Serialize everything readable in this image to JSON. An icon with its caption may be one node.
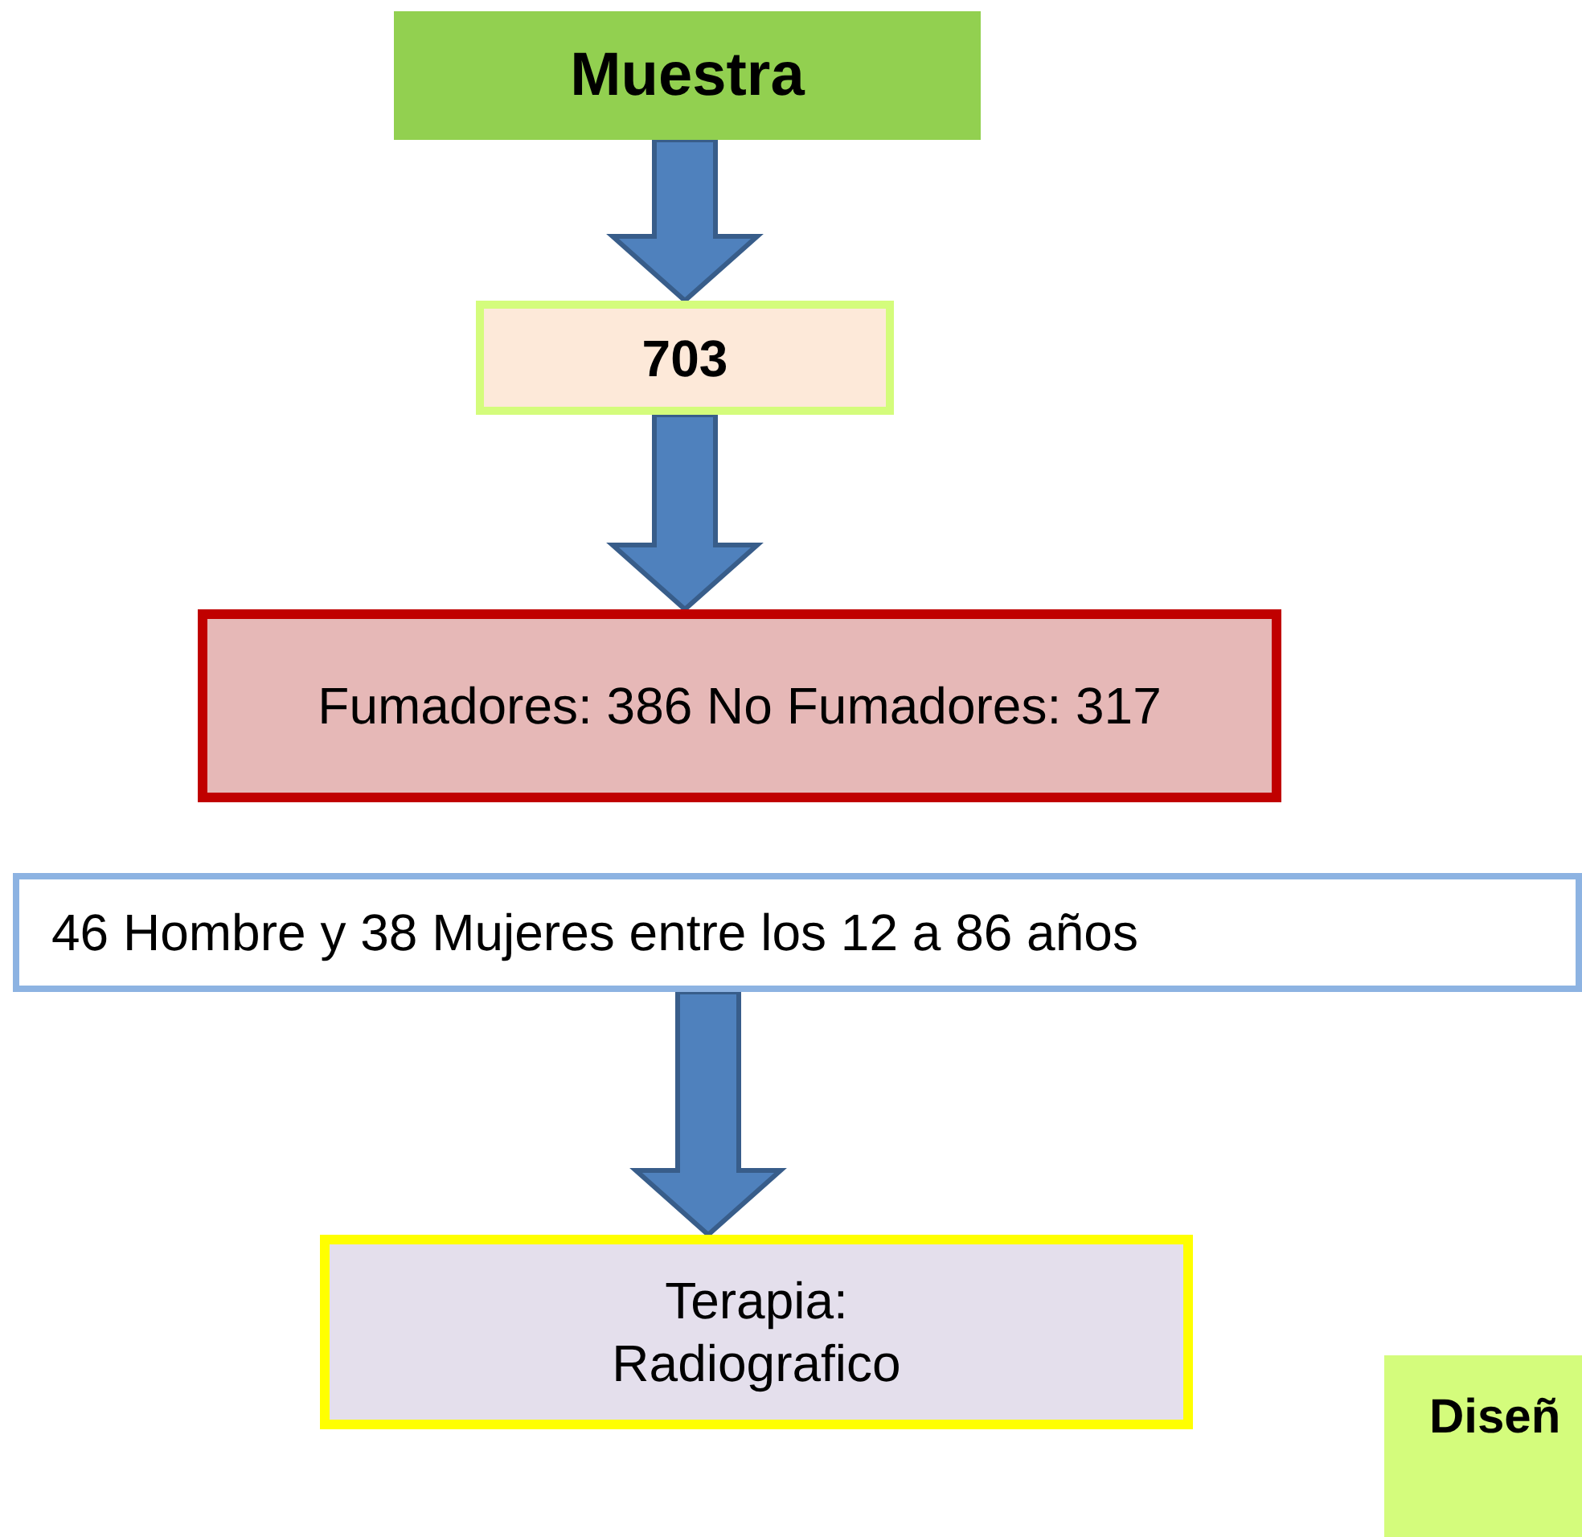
{
  "diagram": {
    "nodes": [
      {
        "text": [
          "Muestra"
        ]
      },
      {
        "text": [
          "703"
        ]
      },
      {
        "text": [
          "Fumadores: 386 No Fumadores: 317"
        ]
      },
      {
        "text": [
          "46 Hombre y 38 Mujeres entre los 12 a 86 años"
        ]
      },
      {
        "text": [
          "Terapia: Radiografico"
        ]
      },
      {
        "text": [
          "Diseñ"
        ]
      }
    ],
    "edges": [
      {
        "from": 0,
        "to": 1,
        "arrow": "to"
      },
      {
        "from": 1,
        "to": 2,
        "arrow": "to"
      },
      {
        "from": 3,
        "to": 4,
        "arrow": "to"
      }
    ]
  }
}
